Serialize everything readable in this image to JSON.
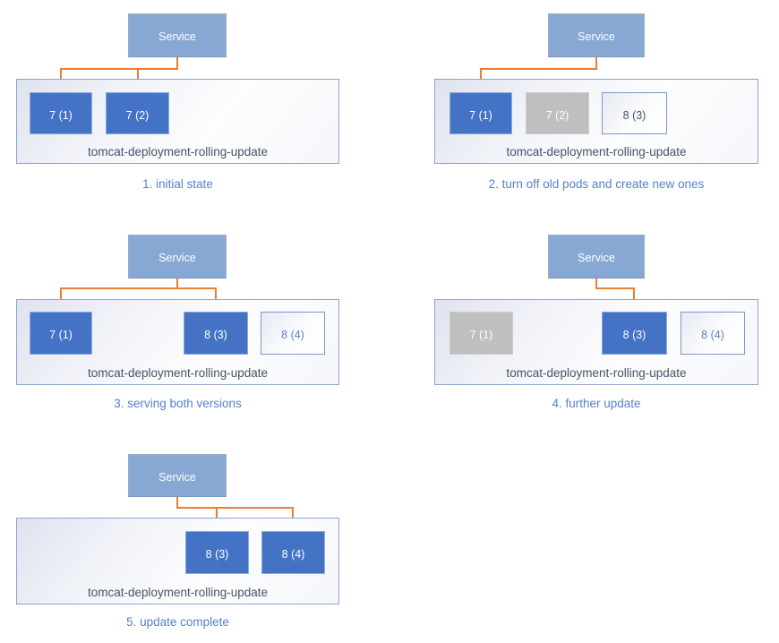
{
  "colors": {
    "service_fill": "#87A8D3",
    "pod_active_fill": "#4472C4",
    "pod_inactive_fill": "#BFBFBF",
    "pod_new_border": "#7C98CE",
    "pod_new_text": "#5E80C6",
    "pod_new_text_dark": "#44546A",
    "arrow_orange": "#ED7D31",
    "deployment_label_text": "#44546A",
    "caption_text": "#5580CC",
    "box_border_blue": "#8FA3CE"
  },
  "panels": [
    {
      "number": "1",
      "caption": "1. initial state",
      "service_label": "Service",
      "deployment_label": "tomcat-deployment-rolling-update",
      "pods": [
        {
          "label": "7 (1)",
          "state": "active",
          "receives_traffic": true
        },
        {
          "label": "7 (2)",
          "state": "active",
          "receives_traffic": true
        }
      ]
    },
    {
      "number": "2",
      "caption": "2. turn off old pods and create new ones",
      "service_label": "Service",
      "deployment_label": "tomcat-deployment-rolling-update",
      "pods": [
        {
          "label": "7 (1)",
          "state": "active",
          "receives_traffic": true
        },
        {
          "label": "7 (2)",
          "state": "inactive",
          "receives_traffic": false
        },
        {
          "label": "8 (3)",
          "state": "new",
          "text_color": "#44546A",
          "receives_traffic": false
        }
      ]
    },
    {
      "number": "3",
      "caption": "3. serving both versions",
      "service_label": "Service",
      "deployment_label": "tomcat-deployment-rolling-update",
      "pods": [
        {
          "label": "7 (1)",
          "state": "active",
          "receives_traffic": true
        },
        {
          "label": "8 (3)",
          "state": "active",
          "receives_traffic": true
        },
        {
          "label": "8 (4)",
          "state": "new",
          "receives_traffic": false
        }
      ]
    },
    {
      "number": "4",
      "caption": "4. further update",
      "service_label": "Service",
      "deployment_label": "tomcat-deployment-rolling-update",
      "pods": [
        {
          "label": "7 (1)",
          "state": "inactive",
          "receives_traffic": false
        },
        {
          "label": "8 (3)",
          "state": "active",
          "receives_traffic": true
        },
        {
          "label": "8 (4)",
          "state": "new",
          "receives_traffic": false
        }
      ]
    },
    {
      "number": "5",
      "caption": "5. update complete",
      "service_label": "Service",
      "deployment_label": "tomcat-deployment-rolling-update",
      "pods": [
        {
          "label": "8 (3)",
          "state": "active",
          "receives_traffic": true
        },
        {
          "label": "8 (4)",
          "state": "active",
          "receives_traffic": true
        }
      ]
    }
  ]
}
